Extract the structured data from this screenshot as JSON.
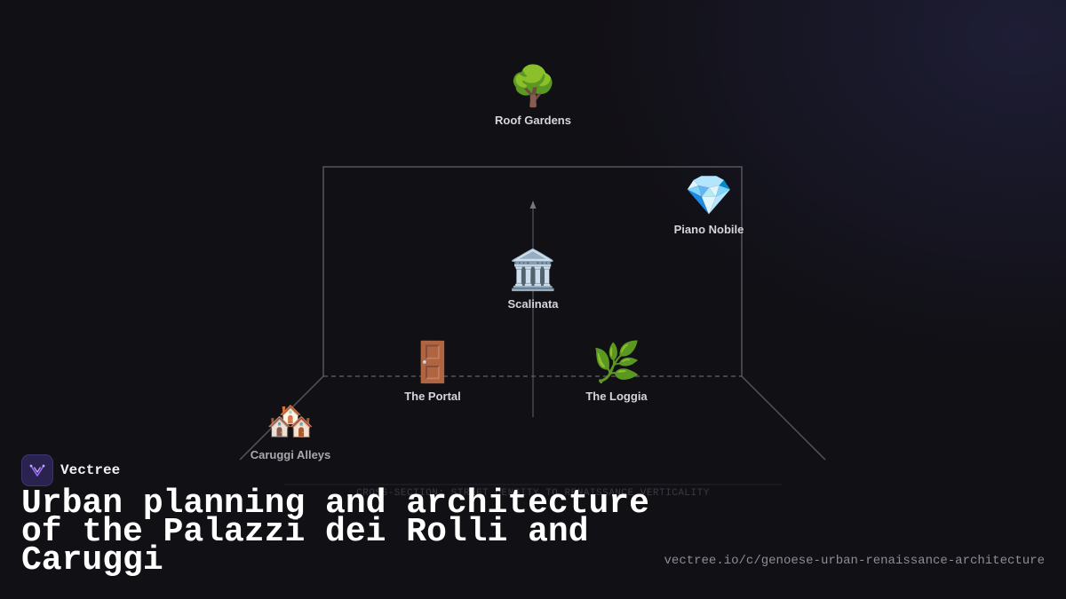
{
  "diagram": {
    "nodes": [
      {
        "id": "roof-gardens",
        "emoji": "🌳",
        "label": "Roof Gardens"
      },
      {
        "id": "piano-nobile",
        "emoji": "💎",
        "label": "Piano Nobile"
      },
      {
        "id": "scalinata",
        "emoji": "🏛️",
        "label": "Scalinata"
      },
      {
        "id": "portal",
        "emoji": "🚪",
        "label": "The Portal"
      },
      {
        "id": "loggia",
        "emoji": "🌿",
        "label": "The Loggia"
      },
      {
        "id": "caruggi-alleys",
        "emoji": "🏘️",
        "label": "Caruggi Alleys"
      }
    ],
    "axis_caption": "CROSS-SECTION: STREET DENSITY TO RENAISSANCE VERTICALITY"
  },
  "brand": {
    "name": "Vectree",
    "logo_icon": "vectree-logo-icon"
  },
  "title": "Urban planning and architecture of the Palazzi dei Rolli and Caruggi",
  "url": "vectree.io/c/genoese-urban-renaissance-architecture",
  "colors": {
    "background": "#111015",
    "frame_line": "#55545c",
    "brand_tile": "#2a2350",
    "accent": "#9b6bff"
  }
}
